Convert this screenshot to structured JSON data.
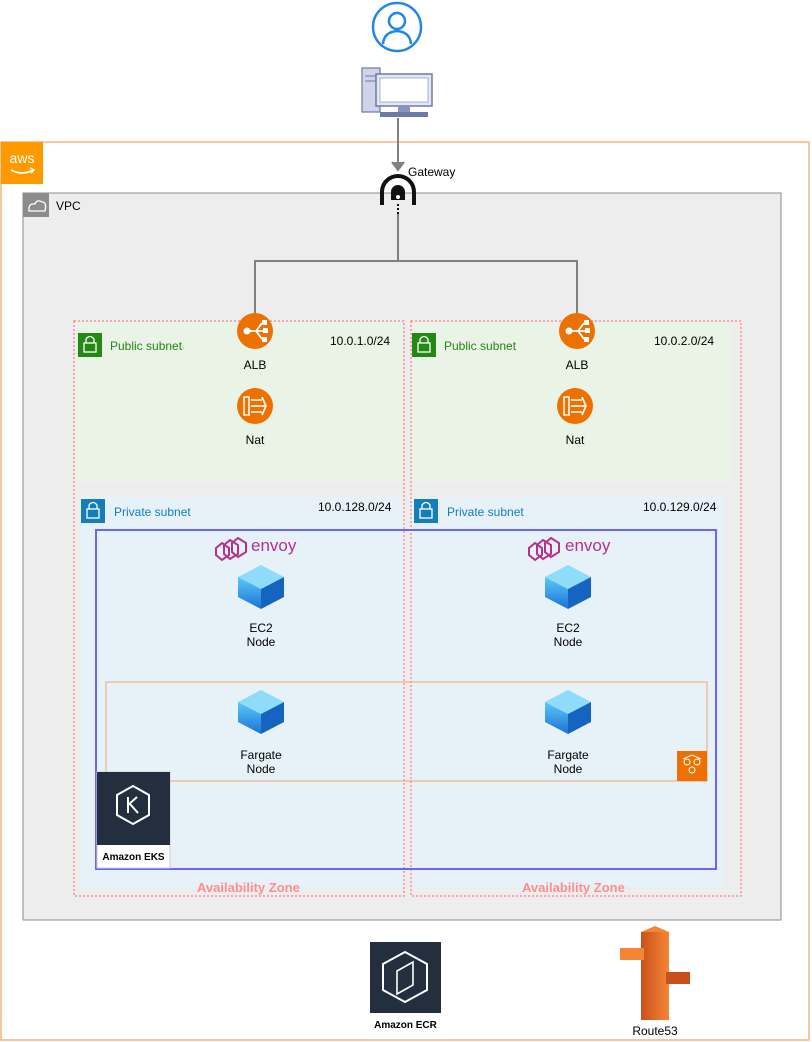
{
  "gateway_label": "Gateway",
  "vpc_label": "VPC",
  "public_subnets": [
    {
      "label": "Public subnet",
      "cidr": "10.0.1.0/24",
      "alb": "ALB",
      "nat": "Nat"
    },
    {
      "label": "Public subnet",
      "cidr": "10.0.2.0/24",
      "alb": "ALB",
      "nat": "Nat"
    }
  ],
  "private_subnets": [
    {
      "label": "Private subnet",
      "cidr": "10.0.128.0/24",
      "envoy": "envoy",
      "ec2_line1": "EC2",
      "ec2_line2": "Node",
      "fargate_line1": "Fargate",
      "fargate_line2": "Node"
    },
    {
      "label": "Private subnet",
      "cidr": "10.0.129.0/24",
      "envoy": "envoy",
      "ec2_line1": "EC2",
      "ec2_line2": "Node",
      "fargate_line1": "Fargate",
      "fargate_line2": "Node"
    }
  ],
  "availability_zones": [
    "Availability Zone",
    "Availability Zone"
  ],
  "eks_label": "Amazon EKS",
  "ecr_label": "Amazon ECR",
  "route53_label": "Route53",
  "colors": {
    "aws_orange": "#FF9900",
    "cloud_border": "#F7B27B",
    "vpc_fill": "#EDEDED",
    "public_fill": "#E9F3E6",
    "private_fill": "#E6F2F8",
    "eks_border": "#6666FF",
    "az_dash": "#FF8E8E",
    "elb_orange": "#ED7100",
    "ec2_blue": "#1E88E5",
    "dark_service": "#232F3E"
  }
}
